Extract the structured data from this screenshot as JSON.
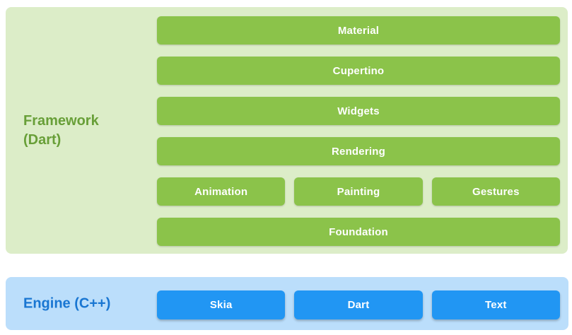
{
  "framework": {
    "label": "Framework\n(Dart)",
    "layers": [
      "Material",
      "Cupertino",
      "Widgets",
      "Rendering"
    ],
    "sublayers": [
      "Animation",
      "Painting",
      "Gestures"
    ],
    "base_layer": "Foundation"
  },
  "engine": {
    "label": "Engine (C++)",
    "components": [
      "Skia",
      "Dart",
      "Text"
    ]
  },
  "colors": {
    "framework_panel_bg": "#dcedc8",
    "framework_bar": "#8bc34a",
    "framework_label_text": "#689f38",
    "engine_panel_bg": "#bbdefb",
    "engine_bar": "#2196f3",
    "engine_label_text": "#1976d2",
    "bar_text": "#ffffff",
    "page_bg": "#ffffff"
  }
}
